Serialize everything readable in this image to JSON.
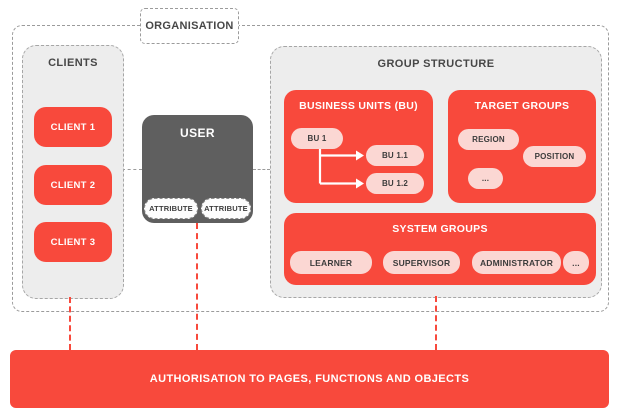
{
  "colors": {
    "red": "#f8493c",
    "pink_chip": "#fbd7d3",
    "panel_gray": "#ededed",
    "user_gray": "#5f5f5f",
    "border_gray": "#9b9b9b",
    "text_dark": "#474747"
  },
  "organisation": {
    "label": "ORGANISATION"
  },
  "clients": {
    "title": "CLIENTS",
    "items": [
      "CLIENT 1",
      "CLIENT 2",
      "CLIENT 3"
    ]
  },
  "user": {
    "title": "USER",
    "attributes": [
      "ATTRIBUTE",
      "ATTRIBUTE"
    ]
  },
  "group_structure": {
    "title": "GROUP STRUCTURE",
    "business_units": {
      "title": "BUSINESS UNITS (BU)",
      "root": "BU 1",
      "children": [
        "BU 1.1",
        "BU 1.2"
      ]
    },
    "target_groups": {
      "title": "TARGET GROUPS",
      "items": [
        "REGION",
        "POSITION",
        "..."
      ]
    },
    "system_groups": {
      "title": "SYSTEM GROUPS",
      "items": [
        "LEARNER",
        "SUPERVISOR",
        "ADMINISTRATOR",
        "..."
      ]
    }
  },
  "authorisation": {
    "label": "AUTHORISATION TO PAGES, FUNCTIONS AND OBJECTS"
  }
}
